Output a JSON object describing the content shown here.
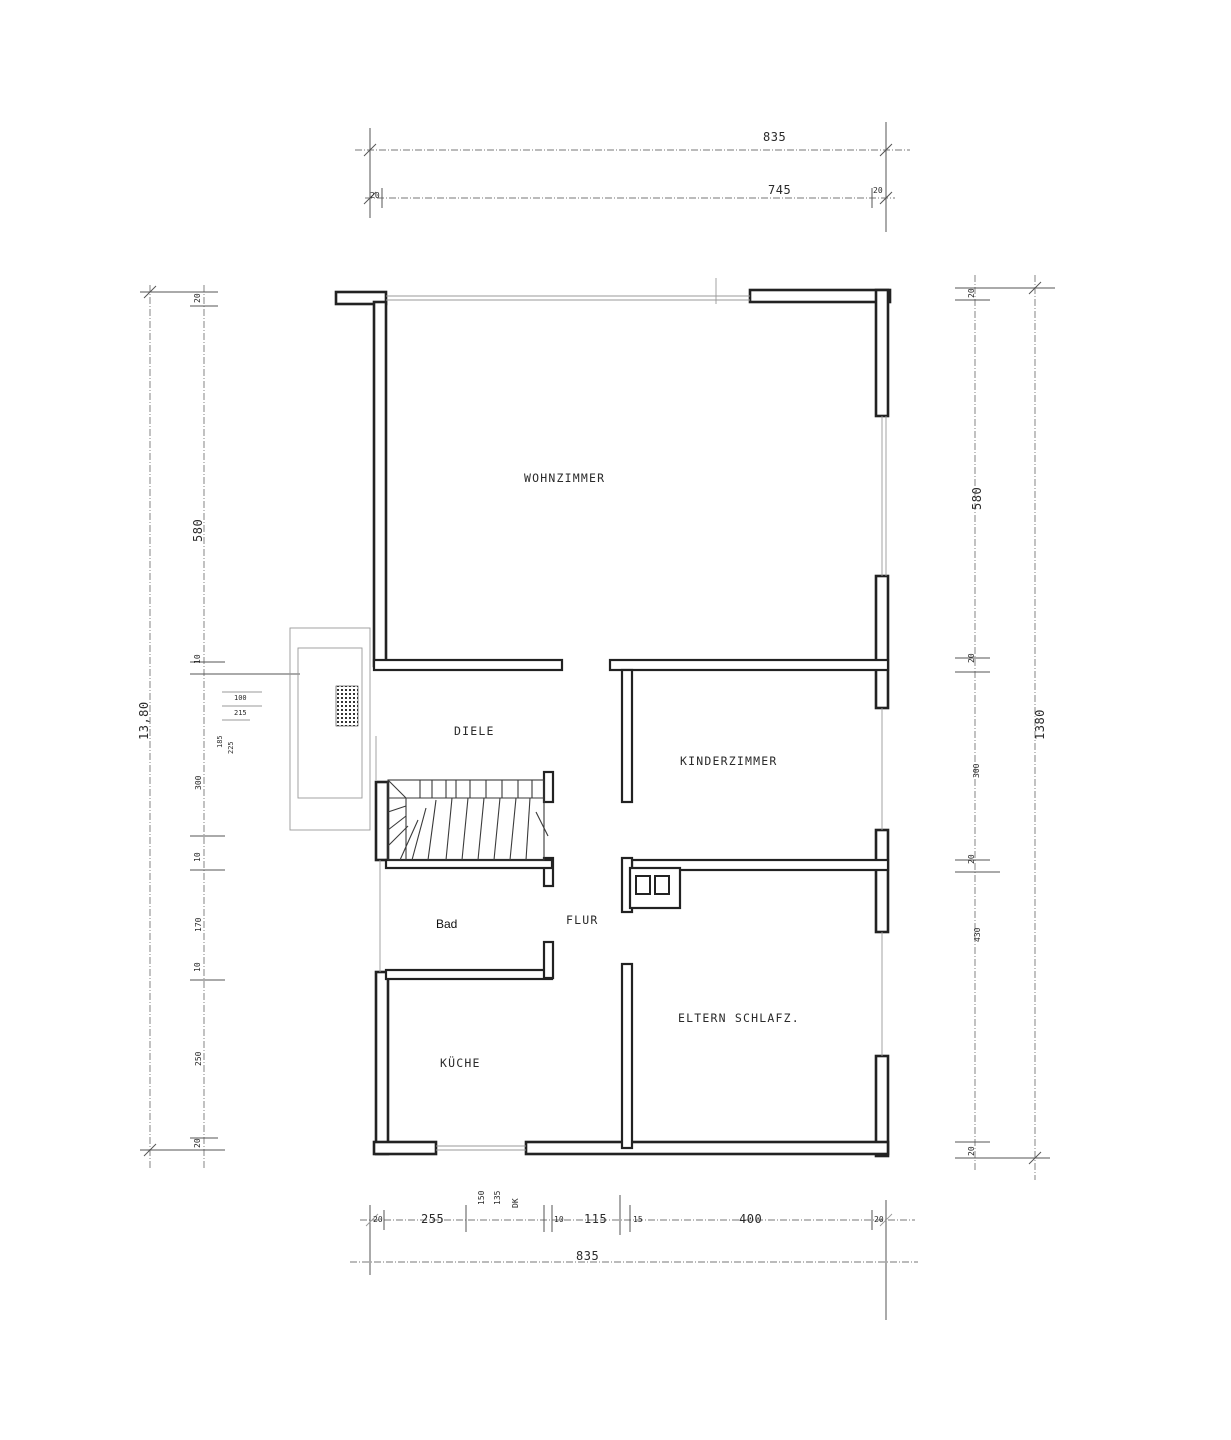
{
  "rooms": {
    "wohnzimmer": "WOHNZIMMER",
    "diele": "DIELE",
    "kinderzimmer": "KINDERZIMMER",
    "bad": "Bad",
    "flur": "FLUR",
    "eltern": "ELTERN SCHLAFZ.",
    "kueche": "KÜCHE"
  },
  "dimensions": {
    "top_total": "835",
    "top_inner": "745",
    "top_left_wall": "20",
    "top_right_wall": "20",
    "bottom_total": "835",
    "bottom_segments": [
      "20",
      "255",
      "10",
      "115",
      "15",
      "400",
      "20"
    ],
    "bottom_window": [
      "150",
      "135",
      "DK"
    ],
    "left_total": "13,80",
    "left_segments": [
      "20",
      "580",
      "10",
      "300",
      "10",
      "170",
      "10",
      "250",
      "20"
    ],
    "left_stair": [
      "100",
      "215",
      "185",
      "225"
    ],
    "right_total": "1380",
    "right_segments": [
      "20",
      "580",
      "20",
      "300",
      "20",
      "430",
      "20"
    ]
  }
}
